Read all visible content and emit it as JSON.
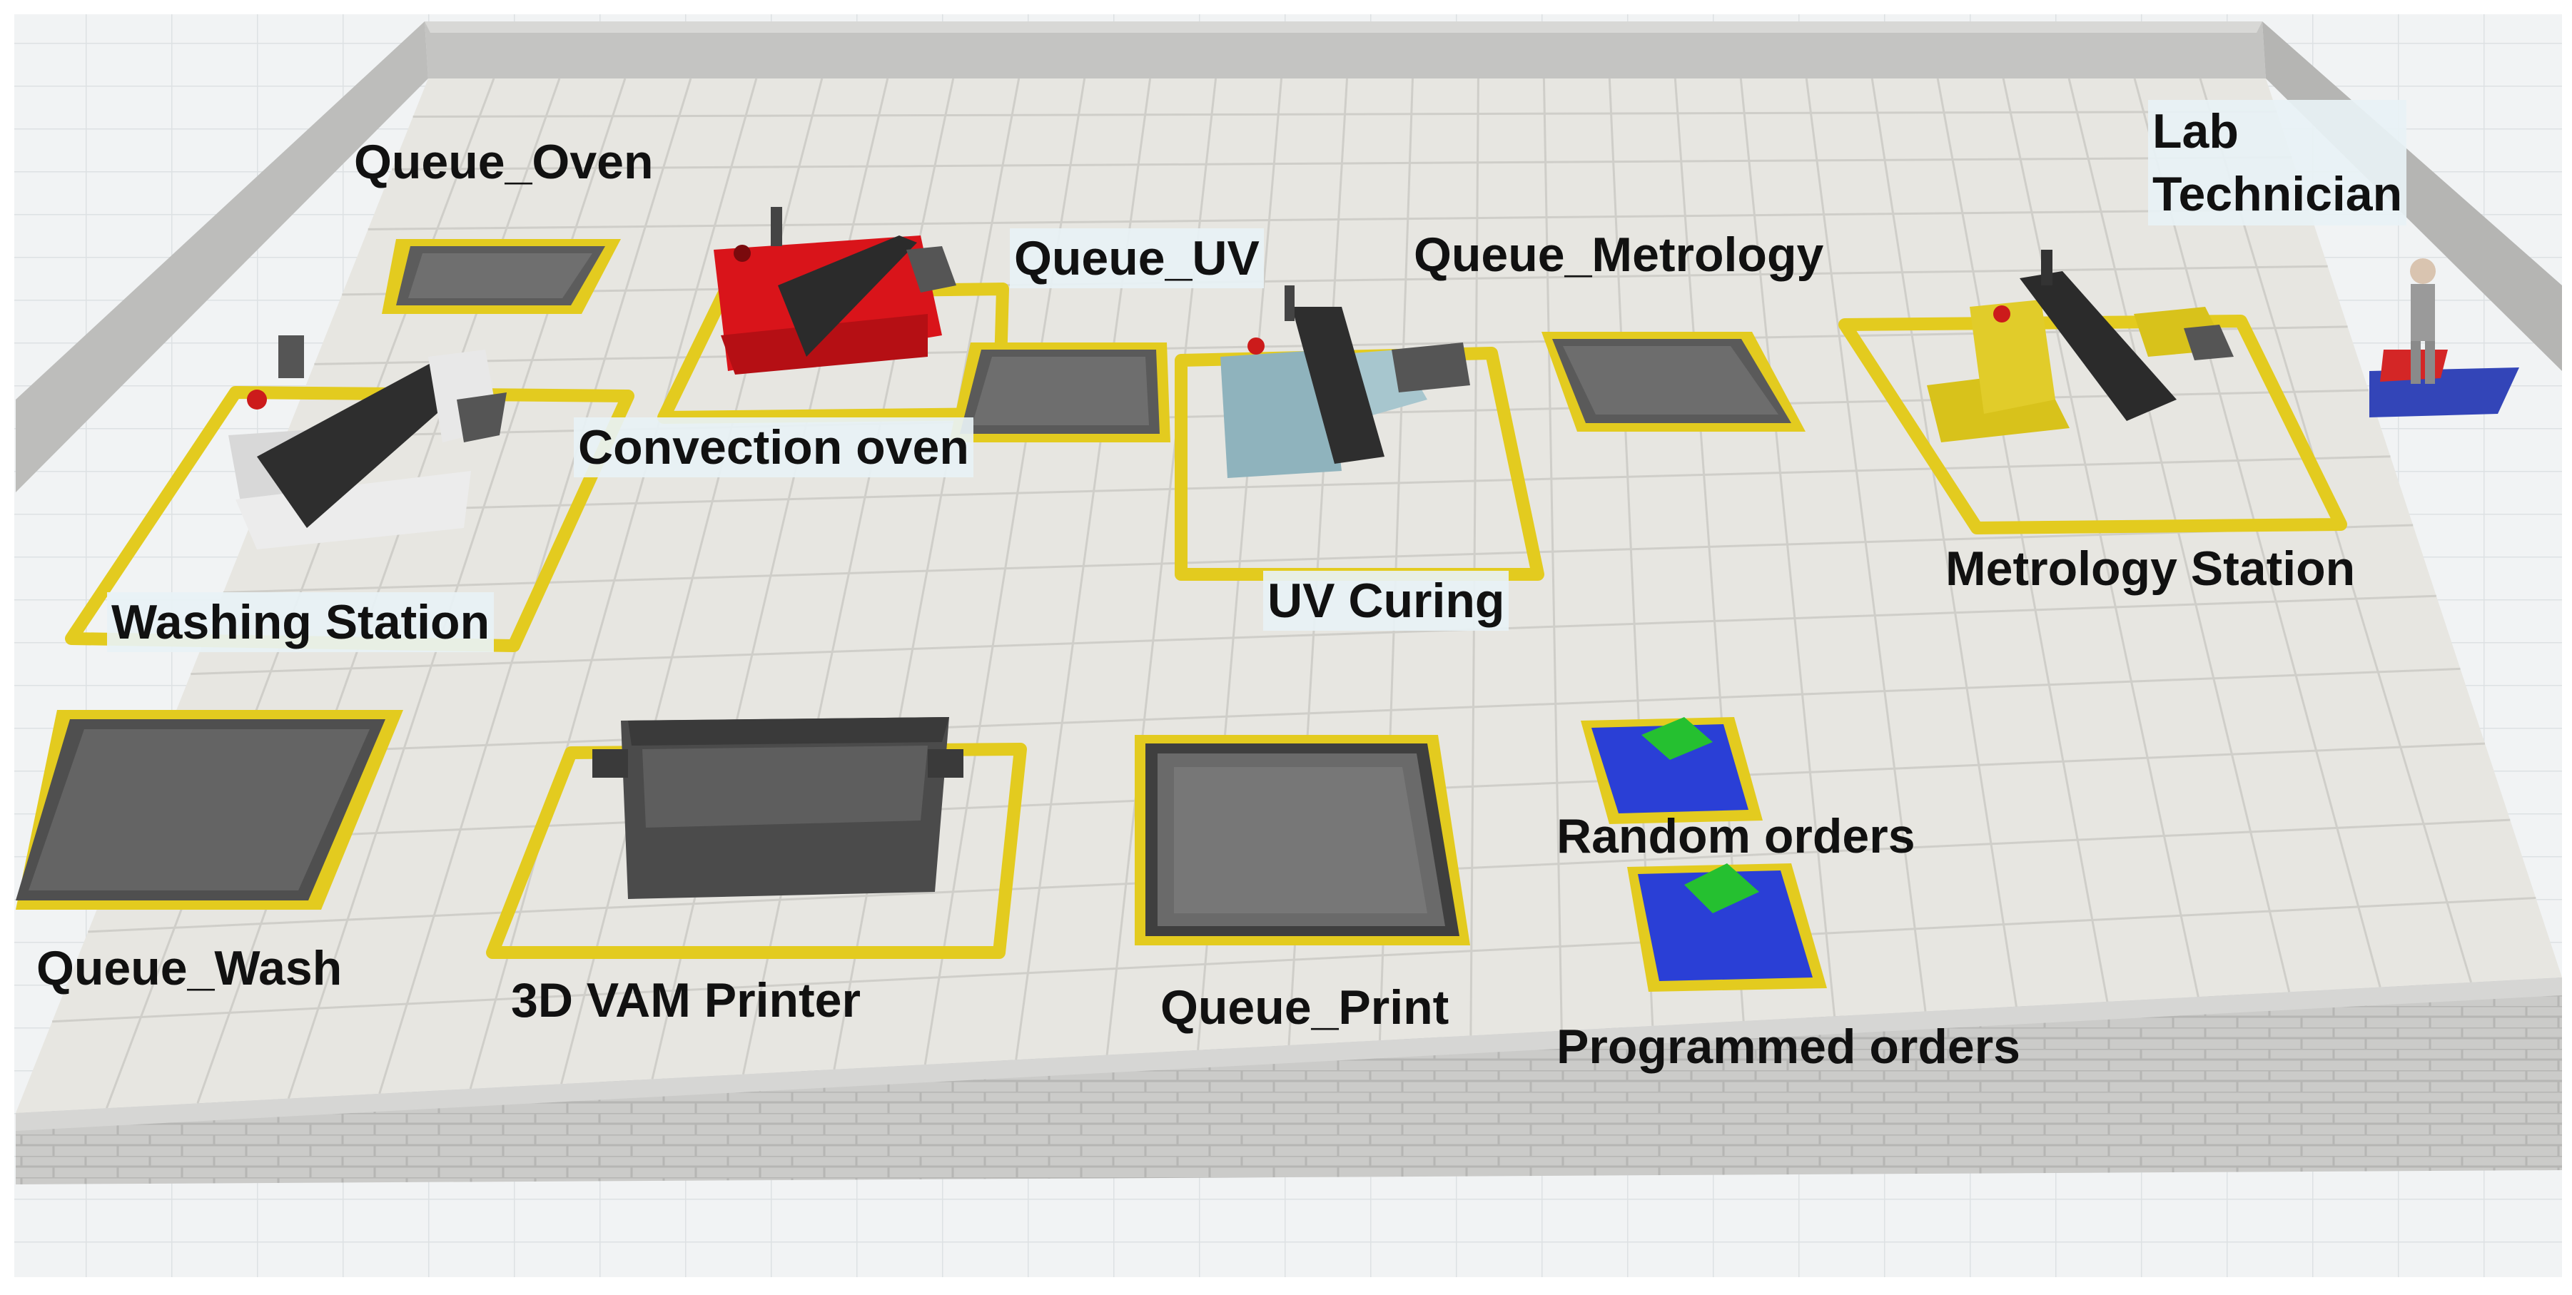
{
  "colors": {
    "floor": "#e7e6e1",
    "floor_grid": "#cfcec9",
    "wall": "#c8c8c6",
    "wall_side": "#b7b7b5",
    "zone_outline": "#e3cb1f",
    "conveyor_belt": "#2e2e2e",
    "washer_body": "#e6e6e6",
    "oven_body": "#d9141a",
    "uv_body": "#8fb3bd",
    "metrology_body": "#d8c21b",
    "printer_body": "#4b4b4b",
    "source_base": "#2a3fd6",
    "source_marker": "#25c030"
  },
  "labels": {
    "queue_oven": "Queue_Oven",
    "convection_oven": "Convection oven",
    "queue_uv": "Queue_UV",
    "queue_metrology": "Queue_Metrology",
    "lab_technician_line1": "Lab",
    "lab_technician_line2": "Technician",
    "washing_station": "Washing Station",
    "uv_curing": "UV Curing",
    "metrology_station": "Metrology Station",
    "random_orders": "Random orders",
    "queue_wash": "Queue_Wash",
    "vam_printer": "3D VAM Printer",
    "queue_print": "Queue_Print",
    "programmed_orders": "Programmed orders"
  },
  "icons": {
    "washing_station": "conveyor-machine-icon",
    "convection_oven": "oven-machine-icon",
    "uv_curing": "uv-curing-machine-icon",
    "metrology_station": "metrology-machine-icon",
    "vam_printer": "printer-machine-icon",
    "lab_technician": "operator-person-icon",
    "random_orders": "source-generator-icon",
    "programmed_orders": "source-generator-icon"
  }
}
